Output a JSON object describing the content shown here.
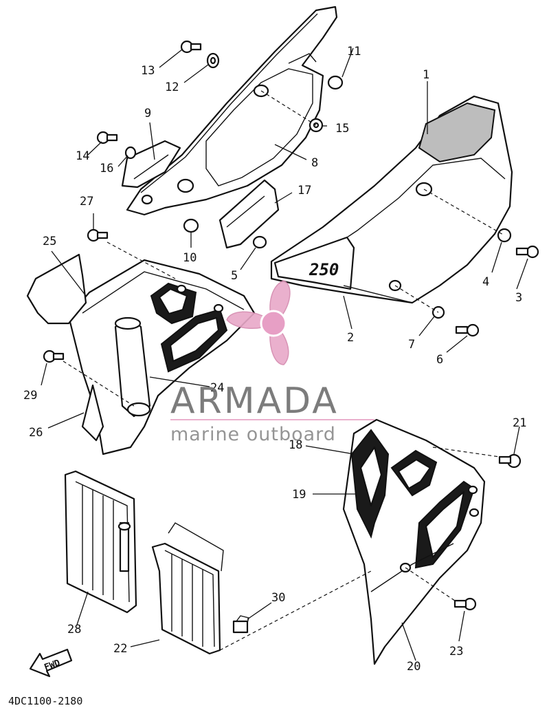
{
  "diagram": {
    "part_code": "4DC1100-2180",
    "fwd_label": "FWD",
    "decal_text": "250",
    "callouts": [
      "1",
      "2",
      "3",
      "4",
      "5",
      "6",
      "7",
      "8",
      "9",
      "10",
      "11",
      "12",
      "13",
      "14",
      "15",
      "16",
      "17",
      "18",
      "19",
      "20",
      "21",
      "22",
      "23",
      "24",
      "25",
      "26",
      "27",
      "28",
      "29",
      "30"
    ]
  },
  "watermark": {
    "brand": "ARMADA",
    "tagline": "marine outboard",
    "logo": "propeller-logo",
    "color": "#e8a8c8"
  }
}
